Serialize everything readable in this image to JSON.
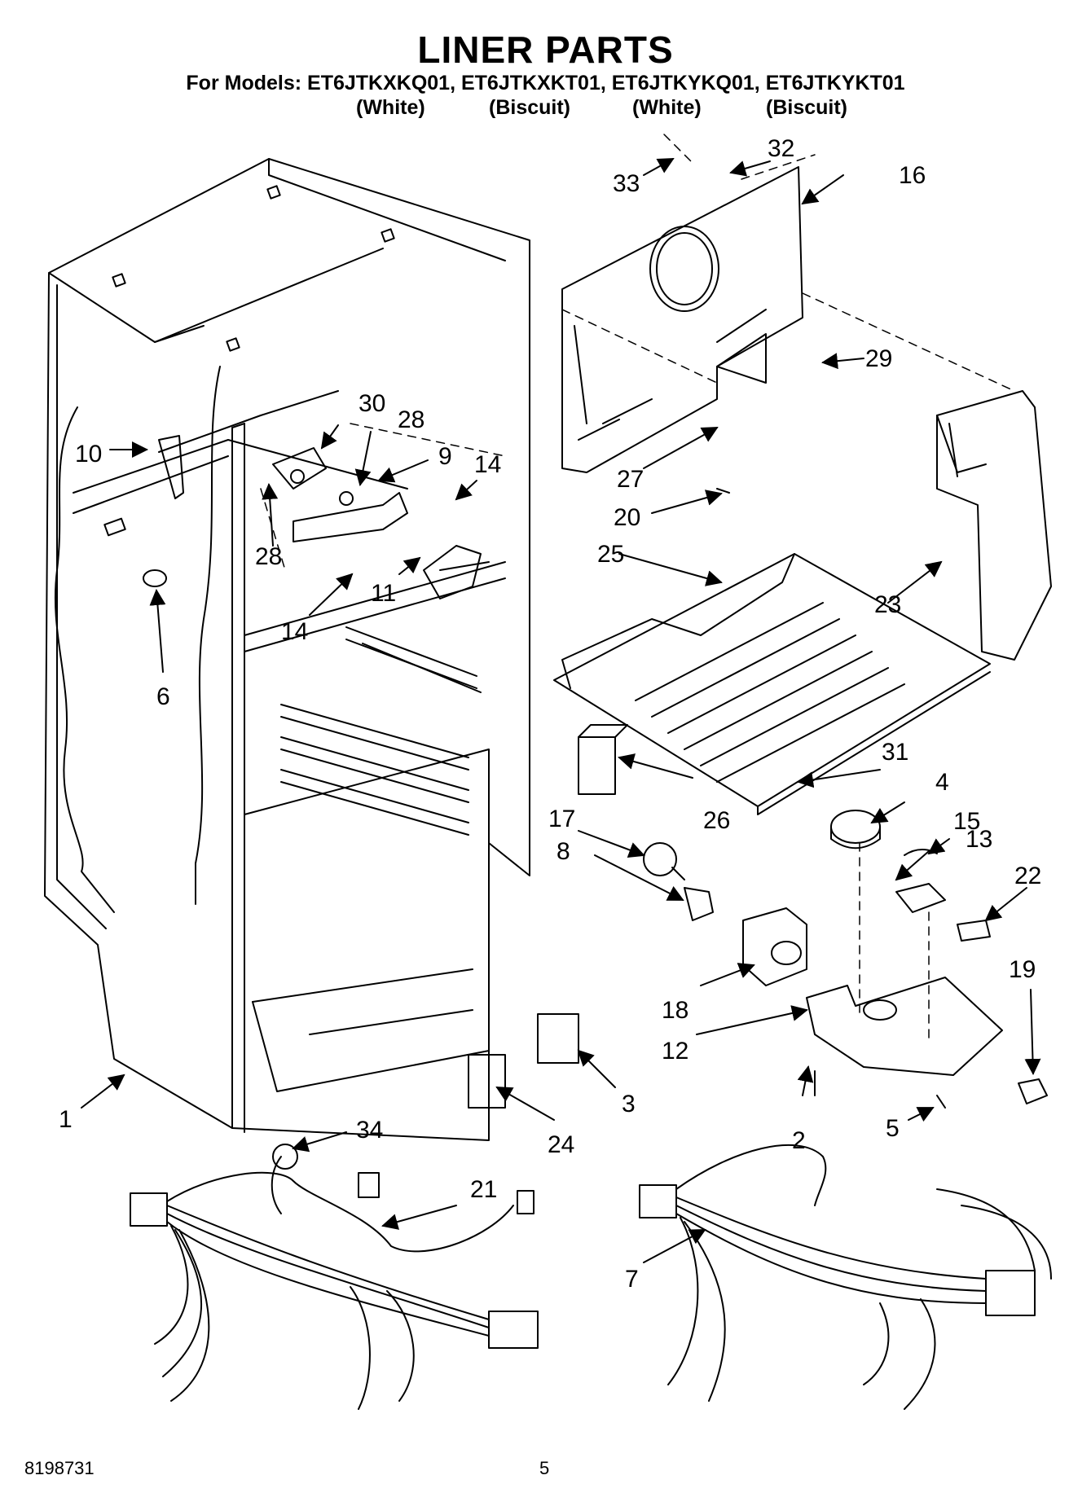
{
  "title": "LINER PARTS",
  "models_line": "For Models: ET6JTKXKQ01, ET6JTKXKT01, ET6JTKYKQ01, ET6JTKYKT01",
  "colors": [
    "(White)",
    "(Biscuit)",
    "(White)",
    "(Biscuit)"
  ],
  "footer": {
    "doc_number": "8198731",
    "page_number": "5"
  },
  "callouts": {
    "c1": "1",
    "c2": "2",
    "c3": "3",
    "c4": "4",
    "c5": "5",
    "c6": "6",
    "c7": "7",
    "c8": "8",
    "c9": "9",
    "c10": "10",
    "c11": "11",
    "c12": "12",
    "c13": "13",
    "c14a": "14",
    "c14b": "14",
    "c15": "15",
    "c16": "16",
    "c17": "17",
    "c18": "18",
    "c19": "19",
    "c20": "20",
    "c21": "21",
    "c22": "22",
    "c23": "23",
    "c24": "24",
    "c25": "25",
    "c26": "26",
    "c27": "27",
    "c28a": "28",
    "c28b": "28",
    "c29": "29",
    "c30": "30",
    "c31": "31",
    "c32": "32",
    "c33": "33",
    "c34": "34"
  }
}
